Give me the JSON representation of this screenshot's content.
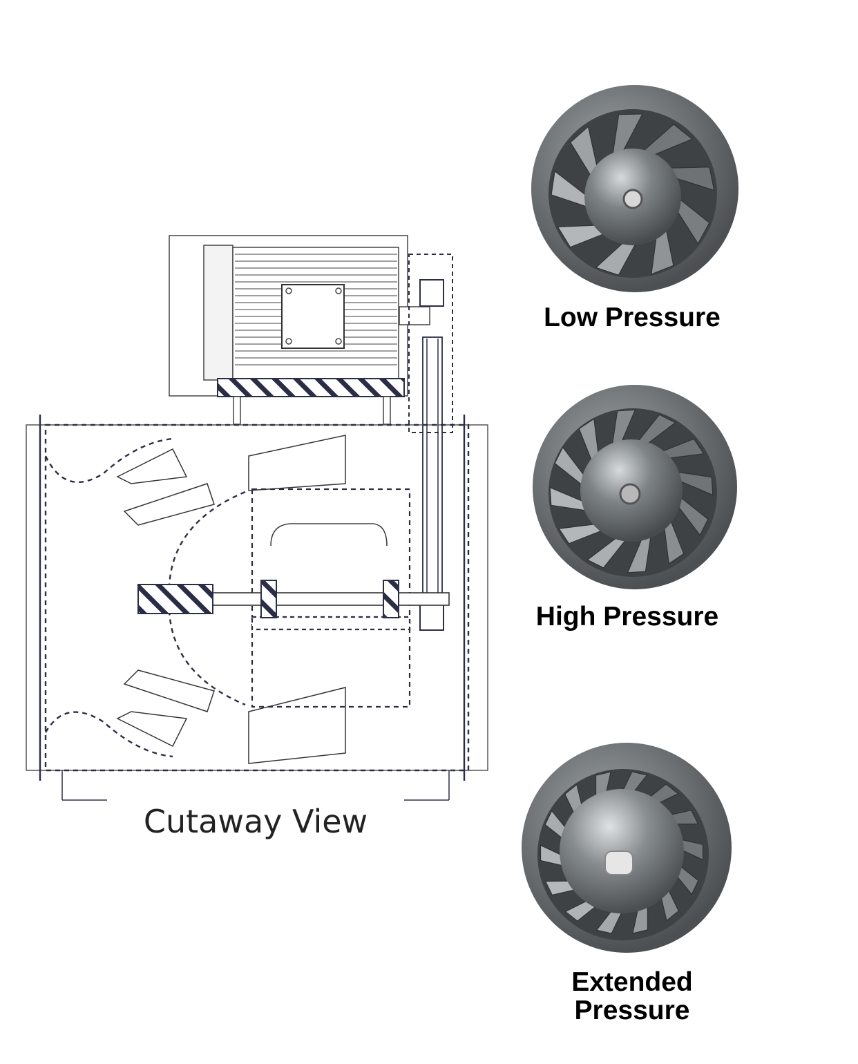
{
  "cutaway": {
    "label": "Cutaway View"
  },
  "impellers": [
    {
      "label": "Low Pressure",
      "blades": 9
    },
    {
      "label": "High Pressure",
      "blades": 12
    },
    {
      "label": "Extended Pressure",
      "label_line1": "Extended",
      "label_line2": "Pressure",
      "blades": 14
    }
  ],
  "colors": {
    "line": "#2a2d45",
    "steel_dark": "#55595c",
    "steel_mid": "#7d8285",
    "steel_light": "#c9cdd0"
  }
}
